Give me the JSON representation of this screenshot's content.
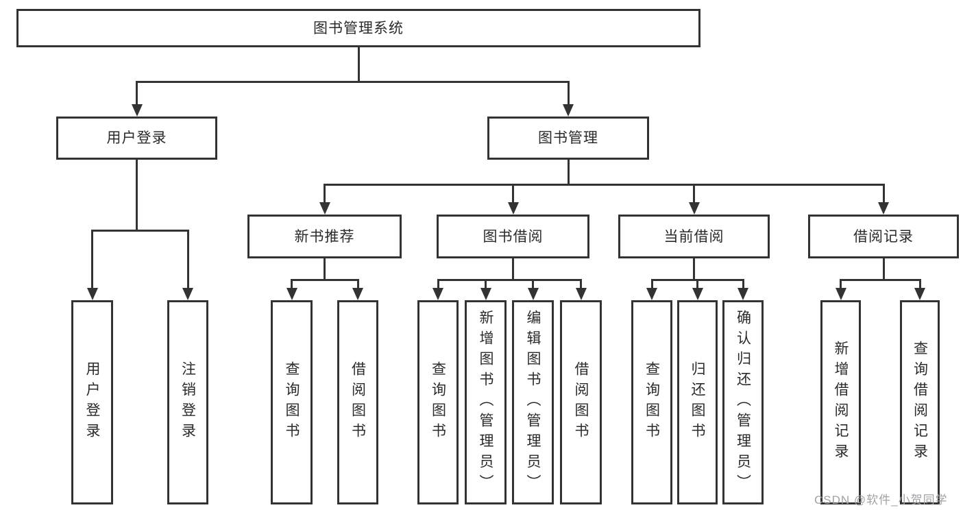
{
  "diagram": {
    "nodes": [
      {
        "id": "root",
        "label": "图书管理系统"
      },
      {
        "id": "login",
        "label": "用户登录"
      },
      {
        "id": "mgmt",
        "label": "图书管理"
      },
      {
        "id": "rec",
        "label": "新书推荐"
      },
      {
        "id": "borrow",
        "label": "图书借阅"
      },
      {
        "id": "current",
        "label": "当前借阅"
      },
      {
        "id": "records",
        "label": "借阅记录"
      },
      {
        "id": "login-user",
        "label": "用户登录"
      },
      {
        "id": "login-logout",
        "label": "注销登录"
      },
      {
        "id": "rec-query",
        "label": "查询图书"
      },
      {
        "id": "rec-borrow",
        "label": "借阅图书"
      },
      {
        "id": "borrow-query",
        "label": "查询图书"
      },
      {
        "id": "borrow-add",
        "label": "新增图书（管理员）"
      },
      {
        "id": "borrow-edit",
        "label": "编辑图书（管理员）"
      },
      {
        "id": "borrow-lend",
        "label": "借阅图书"
      },
      {
        "id": "current-query",
        "label": "查询图书"
      },
      {
        "id": "current-return",
        "label": "归还图书"
      },
      {
        "id": "current-confirm",
        "label": "确认归还（管理员）"
      },
      {
        "id": "records-add",
        "label": "新增借阅记录"
      },
      {
        "id": "records-query",
        "label": "查询借阅记录"
      }
    ],
    "edges": [
      {
        "parent": "root",
        "children": [
          "login",
          "mgmt"
        ]
      },
      {
        "parent": "login",
        "children": [
          "login-user",
          "login-logout"
        ]
      },
      {
        "parent": "mgmt",
        "children": [
          "rec",
          "borrow",
          "current",
          "records"
        ]
      },
      {
        "parent": "rec",
        "children": [
          "rec-query",
          "rec-borrow"
        ]
      },
      {
        "parent": "borrow",
        "children": [
          "borrow-query",
          "borrow-add",
          "borrow-edit",
          "borrow-lend"
        ]
      },
      {
        "parent": "current",
        "children": [
          "current-query",
          "current-return",
          "current-confirm"
        ]
      },
      {
        "parent": "records",
        "children": [
          "records-add",
          "records-query"
        ]
      }
    ],
    "colors": {
      "line": "#333333",
      "box_border": "#333333",
      "box_bg": "#ffffff",
      "text": "#2a2a2a",
      "watermark": "#a1a1a6"
    }
  },
  "watermark": {
    "text": "CSDN @软件_小贺同学"
  }
}
